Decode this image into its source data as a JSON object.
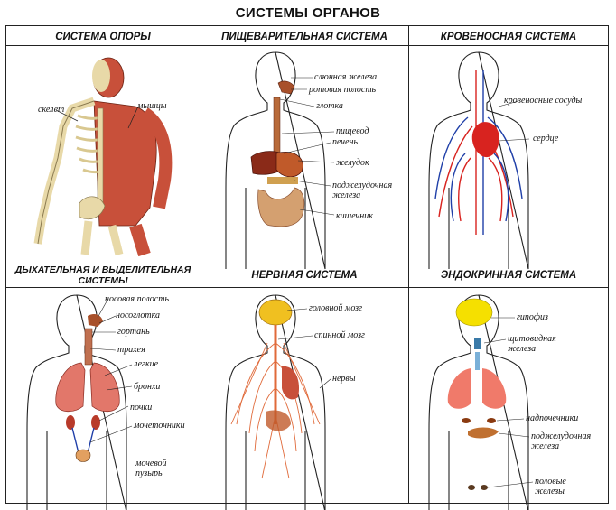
{
  "title": "СИСТЕМЫ ОРГАНОВ",
  "panels": {
    "support": {
      "title": "СИСТЕМА ОПОРЫ",
      "labels": [
        "скелет",
        "мышцы"
      ]
    },
    "digestive": {
      "title": "ПИЩЕВАРИТЕЛЬНАЯ СИСТЕМА",
      "labels": [
        "слюнная железа",
        "ротовая полость",
        "глотка",
        "пищевод",
        "печень",
        "желудок",
        "поджелудочная железа",
        "кишечник"
      ]
    },
    "circulatory": {
      "title": "КРОВЕНОСНАЯ СИСТЕМА",
      "labels": [
        "кровеносные сосуды",
        "сердце"
      ]
    },
    "respiratory": {
      "title": "ДЫХАТЕЛЬНАЯ И ВЫДЕЛИТЕЛЬНАЯ СИСТЕМЫ",
      "labels": [
        "носовая полость",
        "носоглотка",
        "гортань",
        "трахея",
        "легкие",
        "бронхи",
        "почки",
        "мочеточники",
        "мочевой пузырь"
      ]
    },
    "nervous": {
      "title": "НЕРВНАЯ СИСТЕМА",
      "labels": [
        "головной мозг",
        "спинной мозг",
        "нервы"
      ]
    },
    "endocrine": {
      "title": "ЭНДОКРИННАЯ СИСТЕМА",
      "labels": [
        "гипофиз",
        "щитовидная железа",
        "надпочечники",
        "поджелудочная железа",
        "половые железы"
      ]
    }
  },
  "colors": {
    "outline": "#222222",
    "bone": "#e8d9a8",
    "muscle": "#c8503a",
    "artery": "#d8231f",
    "vein": "#1f3fa8",
    "organ": "#a8502a",
    "lung": "#e2776a",
    "nerve": "#e06a3a",
    "brain": "#f0c020",
    "endocrine_yellow": "#f5e000",
    "endocrine_lung": "#f07a6a"
  }
}
